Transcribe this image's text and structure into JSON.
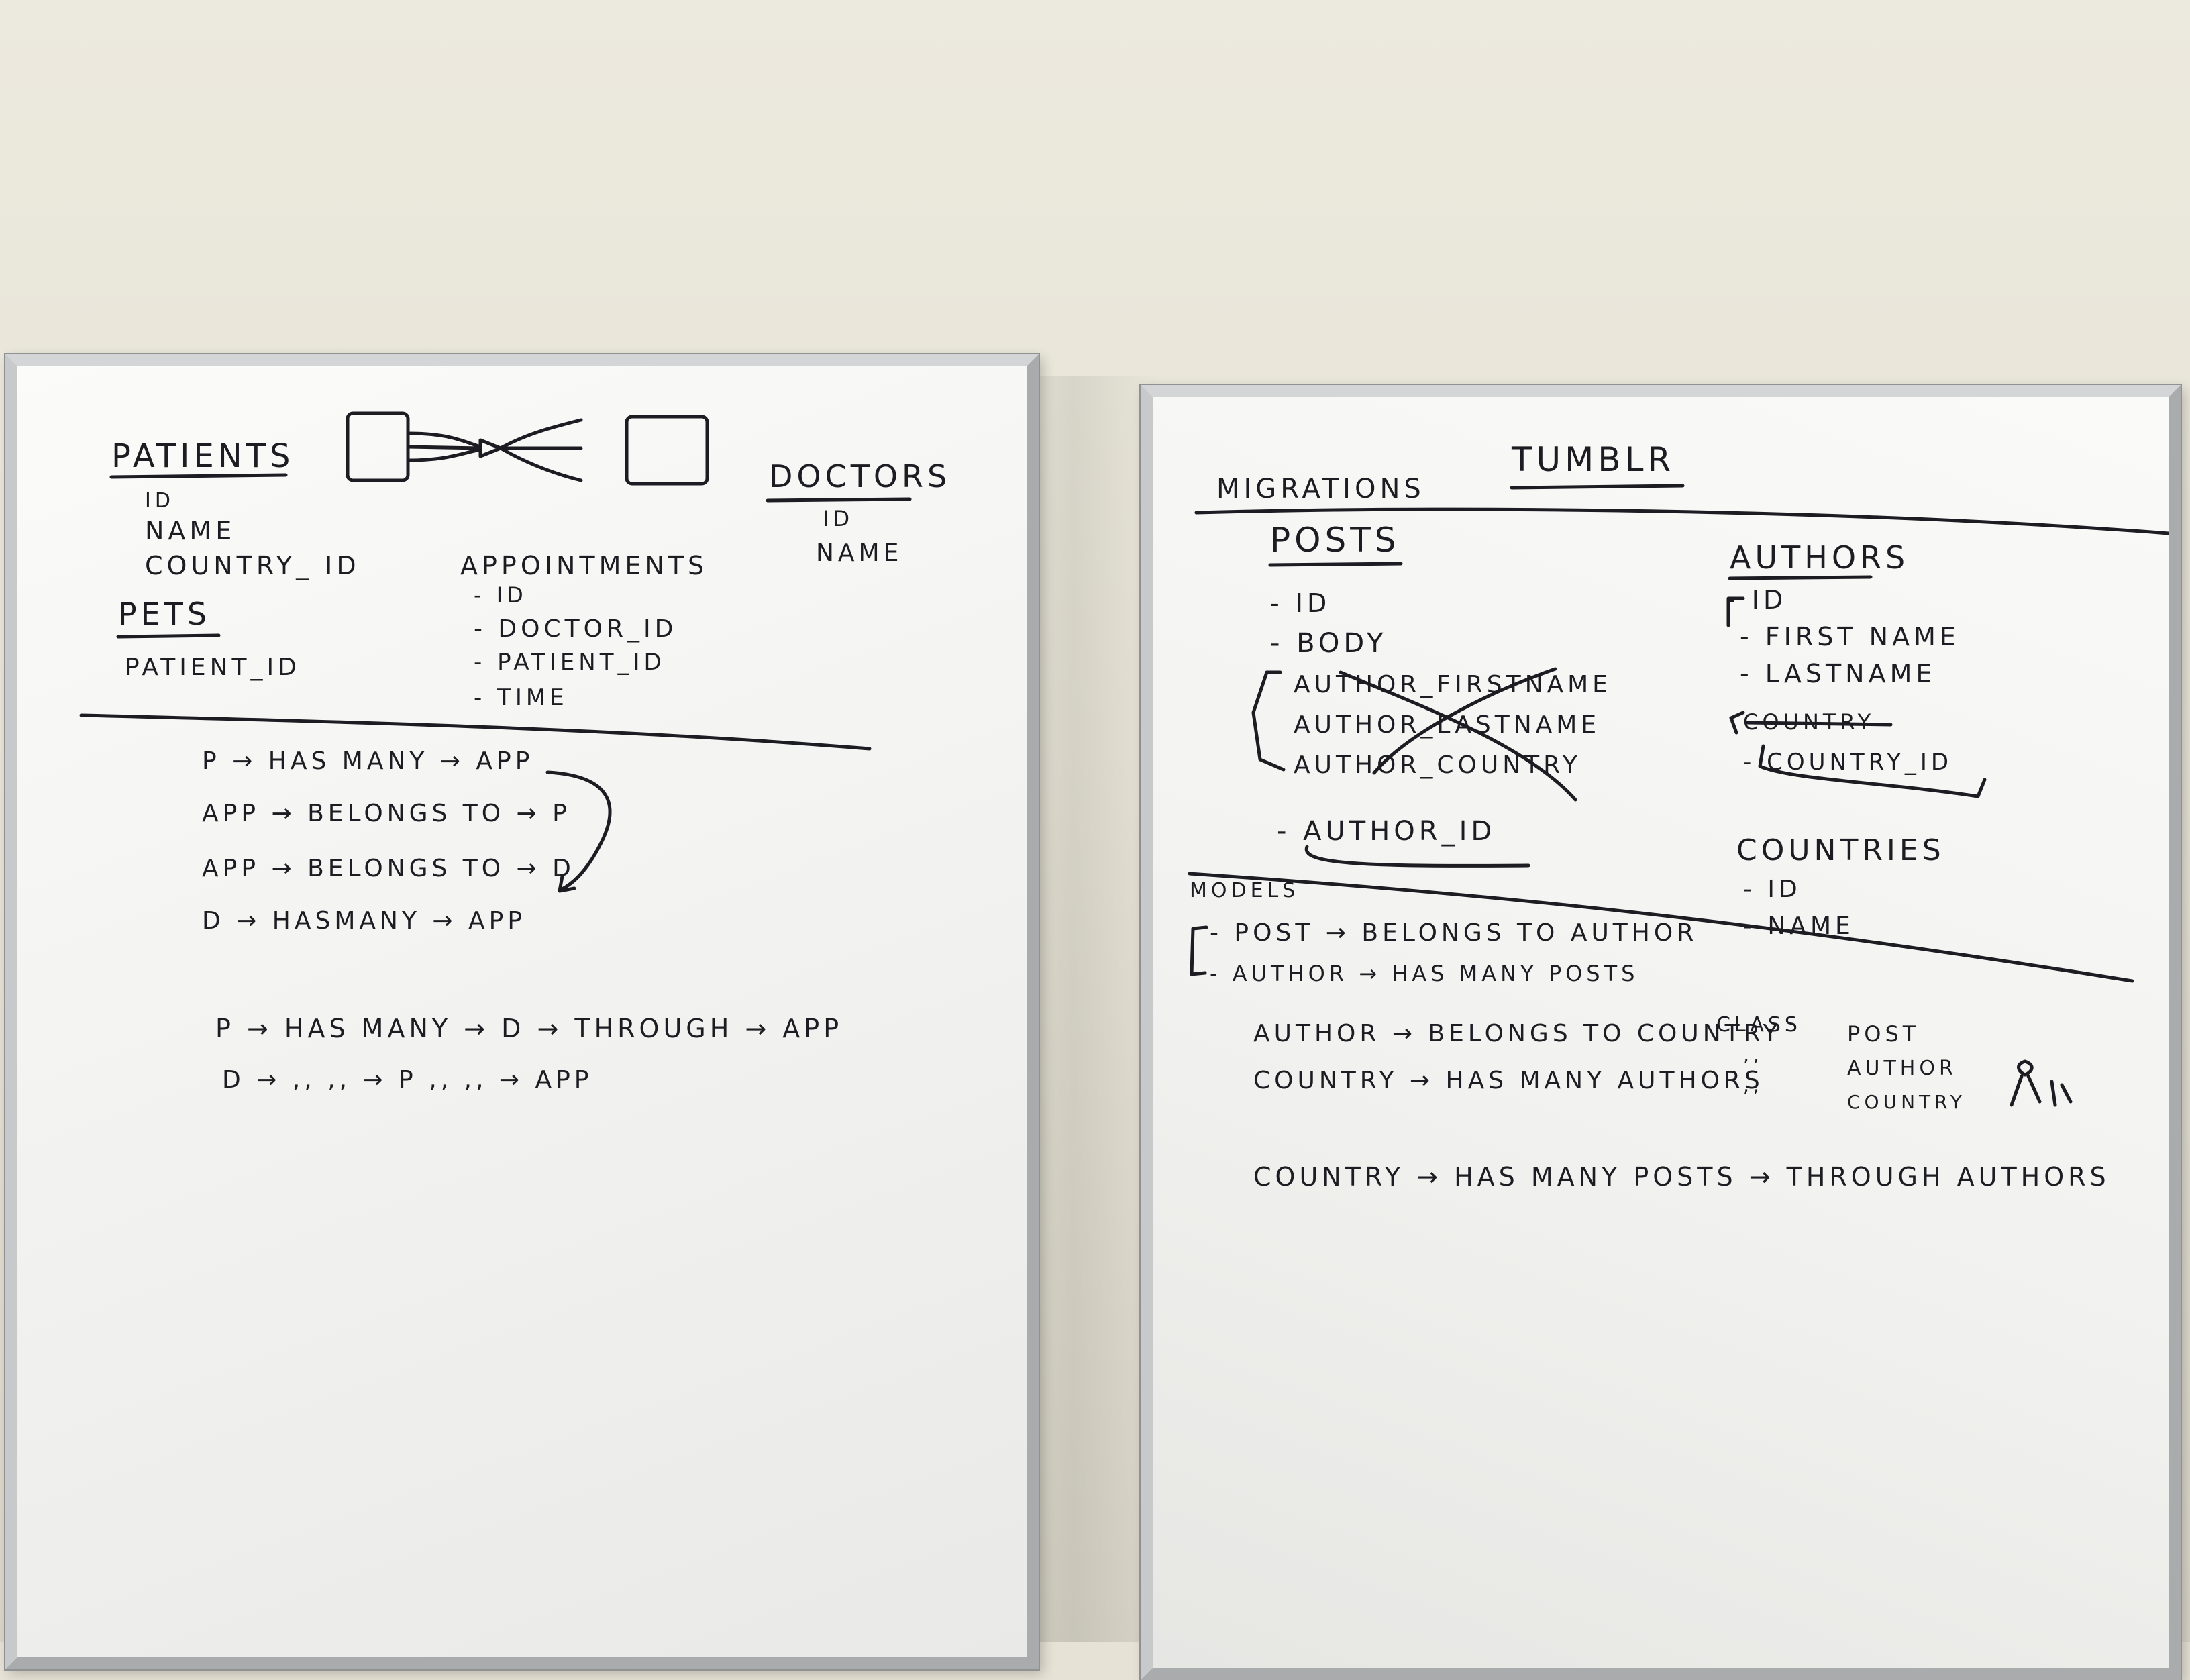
{
  "left_board": {
    "patients": {
      "title": "PATIENTS",
      "fields": [
        "ID",
        "NAME",
        "COUNTRY_ ID"
      ]
    },
    "pets": {
      "title": "PETS",
      "fields": [
        "PATIENT_ID"
      ]
    },
    "appointments": {
      "title": "APPOINTMENTS",
      "fields": [
        "- ID",
        "- DOCTOR_ID",
        "- PATIENT_ID",
        "- TIME"
      ]
    },
    "doctors": {
      "title": "DOCTORS",
      "fields": [
        "ID",
        "NAME"
      ]
    },
    "relations": [
      "P → HAS MANY → APP",
      "APP → BELONGS TO → P",
      "APP → BELONGS TO → D",
      "D → HASMANY → APP"
    ],
    "through": [
      "P → HAS MANY → D → THROUGH → APP",
      "D →     ,,          ,, → P     ,,        ,,     → APP"
    ]
  },
  "right_board": {
    "title": "TUMBLR",
    "migrations_label": "MIGRATIONS",
    "posts": {
      "title": "POSTS",
      "fields": [
        "- ID",
        "- BODY"
      ],
      "crossed_fields": [
        "AUTHOR_FIRSTNAME",
        "AUTHOR_LASTNAME",
        "AUTHOR_COUNTRY"
      ],
      "new_field": "- AUTHOR_ID"
    },
    "authors": {
      "title": "AUTHORS",
      "fields": [
        "- ID",
        "- FIRST NAME",
        "- LASTNAME"
      ],
      "crossed_field": "COUNTRY",
      "new_field": "- COUNTRY_ID"
    },
    "countries": {
      "title": "COUNTRIES",
      "fields": [
        "- ID",
        "- NAME"
      ]
    },
    "models_label": "MODELS",
    "models": [
      "- POST → BELONGS TO AUTHOR",
      "- AUTHOR → HAS MANY POSTS",
      "AUTHOR → BELONGS TO COUNTRY",
      "COUNTRY → HAS MANY AUTHORS",
      "COUNTRY → HAS MANY POSTS → THROUGH AUTHORS"
    ],
    "class_label": "CLASS",
    "class_ditto": [
      ",,",
      ",,"
    ],
    "class_names": [
      "POST",
      "AUTHOR",
      "COUNTRY"
    ]
  }
}
